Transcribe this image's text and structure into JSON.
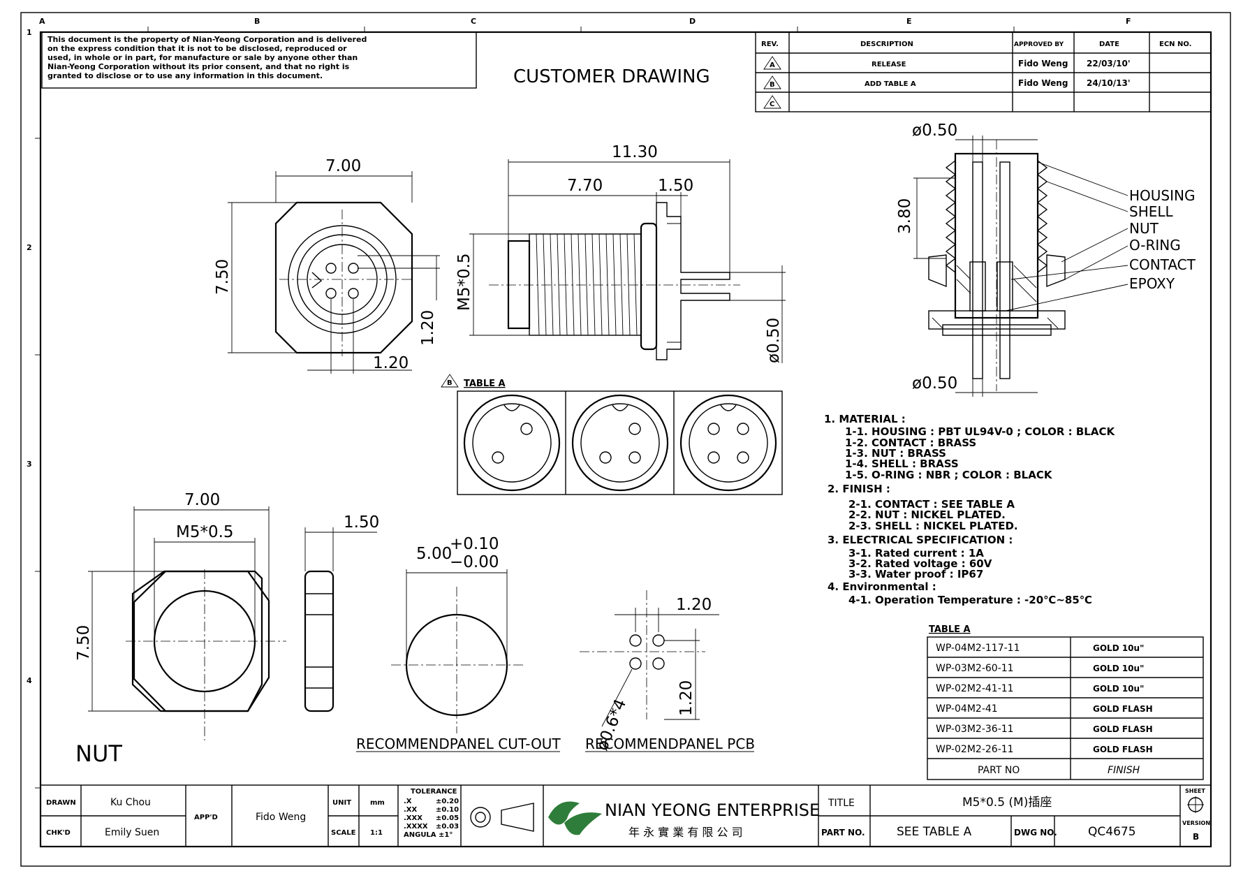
{
  "disclaimer": [
    "This document is the property of Nian-Yeong Corporation and is delivered",
    "on the express condition that it is not to be disclosed, reproduced or",
    "used, in whole or in part, for manufacture or sale by anyone other than",
    "Nian-Yeong Corporation without its prior consent, and that no right is",
    "granted to disclose or to use any information in this document."
  ],
  "drawing_title": "CUSTOMER  DRAWING",
  "grid": {
    "cols": [
      "A",
      "B",
      "C",
      "D",
      "E",
      "F"
    ],
    "rows": [
      "1",
      "2",
      "3",
      "4"
    ]
  },
  "revision_table": {
    "headers": [
      "REV.",
      "DESCRIPTION",
      "APPROVED BY",
      "DATE",
      "ECN NO."
    ],
    "rows": [
      {
        "rev": "A",
        "description": "RELEASE",
        "approved": "Fido Weng",
        "date": "22/03/10'",
        "ecn": ""
      },
      {
        "rev": "B",
        "description": "ADD TABLE A",
        "approved": "Fido Weng",
        "date": "24/10/13'",
        "ecn": ""
      },
      {
        "rev": "C",
        "description": "",
        "approved": "",
        "date": "",
        "ecn": ""
      }
    ]
  },
  "dimensions": {
    "front_width": "7.00",
    "front_height": "7.50",
    "front_pin_v": "1.20",
    "front_pin_h": "1.20",
    "side_length": "11.30",
    "side_thread_len": "7.70",
    "side_flange": "1.50",
    "side_thread": "M5*0.5",
    "side_pin_dia": "ø0.50",
    "sect_top_dia": "ø0.50",
    "sect_height": "3.80",
    "sect_bottom_dia": "ø0.50",
    "nut_width": "7.00",
    "nut_thread": "M5*0.5",
    "nut_height": "7.50",
    "nut_thickness": "1.50",
    "cutout_dia": "5.00",
    "cutout_tol_plus": "+0.10",
    "cutout_tol_minus": "−0.00",
    "pcb_h": "1.20",
    "pcb_v": "1.20",
    "pcb_hole": "ø0.6*4"
  },
  "callouts": [
    "HOUSING",
    "SHELL",
    "NUT",
    "O-RING",
    "CONTACT",
    "EPOXY"
  ],
  "table_a_title": "TABLE A",
  "table_a_rev": "B",
  "labels": {
    "nut": "NUT",
    "cutout": "RECOMMENDPANEL  CUT-OUT",
    "pcb": "RECOMMENDPANEL  PCB"
  },
  "notes": [
    {
      "text": "1.  MATERIAL :",
      "indent": 0
    },
    {
      "text": "1-1.  HOUSING : PBT UL94V-0 ; COLOR : BLACK",
      "indent": 1
    },
    {
      "text": "1-2.  CONTACT : BRASS",
      "indent": 1
    },
    {
      "text": "1-3.  NUT : BRASS",
      "indent": 1
    },
    {
      "text": "1-4.  SHELL : BRASS",
      "indent": 1
    },
    {
      "text": "1-5.  O-RING : NBR ; COLOR : BLACK",
      "indent": 1
    },
    {
      "text": "2.  FINISH :",
      "indent": 0
    },
    {
      "text": "2-1.  CONTACT : SEE TABLE A",
      "indent": 1
    },
    {
      "text": "2-2.  NUT : NICKEL PLATED.",
      "indent": 1
    },
    {
      "text": "2-3.  SHELL : NICKEL PLATED.",
      "indent": 1
    },
    {
      "text": "3.  ELECTRICAL SPECIFICATION :",
      "indent": 0
    },
    {
      "text": "3-1.  Rated current : 1A",
      "indent": 1
    },
    {
      "text": "3-2.  Rated voltage : 60V",
      "indent": 1
    },
    {
      "text": "3-3.  Water proof : IP67",
      "indent": 1
    },
    {
      "text": "4.  Environmental :",
      "indent": 0
    },
    {
      "text": "4-1.  Operation Temperature : -20℃~85℃",
      "indent": 1
    }
  ],
  "part_table": {
    "title": "TABLE A",
    "rows": [
      {
        "part": "WP-04M2-117-11",
        "finish": "GOLD 10u\""
      },
      {
        "part": "WP-03M2-60-11",
        "finish": "GOLD 10u\""
      },
      {
        "part": "WP-02M2-41-11",
        "finish": "GOLD 10u\""
      },
      {
        "part": "WP-04M2-41",
        "finish": "GOLD FLASH"
      },
      {
        "part": "WP-03M2-36-11",
        "finish": "GOLD FLASH"
      },
      {
        "part": "WP-02M2-26-11",
        "finish": "GOLD FLASH"
      }
    ],
    "footer": {
      "part": "PART NO",
      "finish": "FINISH"
    }
  },
  "title_block": {
    "drawn_label": "DRAWN",
    "drawn": "Ku Chou",
    "chkd_label": "CHK'D",
    "chkd": "Emily Suen",
    "appd_label": "APP'D",
    "appd": "Fido Weng",
    "unit_label": "UNIT",
    "unit": "mm",
    "scale_label": "SCALE",
    "scale": "1:1",
    "tolerance_title": "TOLERANCE",
    "tolerances": [
      {
        "k": ".X",
        "v": "±0.20"
      },
      {
        "k": ".XX",
        "v": "±0.10"
      },
      {
        "k": ".XXX",
        "v": "±0.05"
      },
      {
        "k": ".XXXX",
        "v": "±0.03"
      },
      {
        "k": "ANGULA",
        "v": "±1°"
      }
    ],
    "company": "NIAN YEONG ENTERPRISE",
    "company_cn": "年 永 實 業 有 限 公 司",
    "title_label": "TITLE",
    "title": "M5*0.5  (M)插座",
    "partno_label": "PART NO.",
    "partno": "SEE TABLE A",
    "dwgno_label": "DWG NO.",
    "dwgno": "QC4675",
    "sheet_label": "SHEET",
    "version_label": "VERSION",
    "version": "B"
  }
}
